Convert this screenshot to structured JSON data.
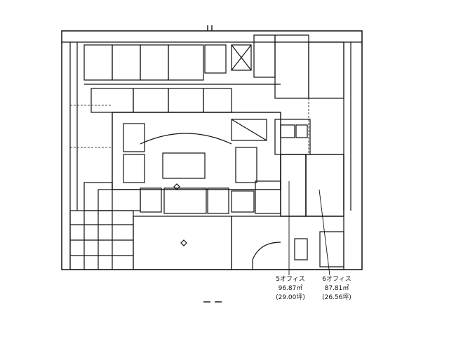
{
  "units": [
    {
      "name": "5オフィス",
      "area_sqm": "96.87㎡",
      "area_tsubo": "(29.00坪)"
    },
    {
      "name": "6オフィス",
      "area_sqm": "87.81㎡",
      "area_tsubo": "(26.56坪)"
    }
  ],
  "colors": {
    "line": "#111111",
    "background": "#ffffff"
  }
}
